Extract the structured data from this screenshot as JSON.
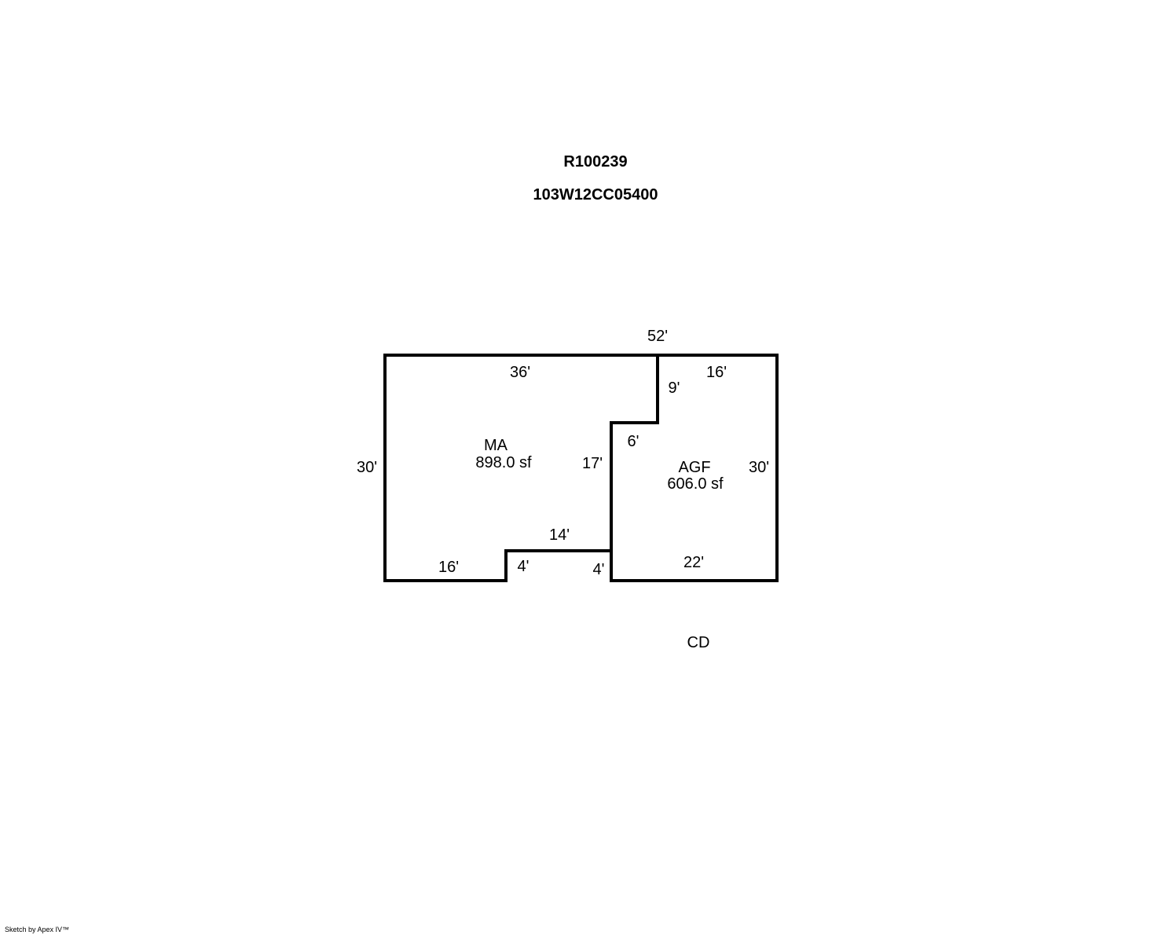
{
  "header": {
    "account_id": "R100239",
    "map_number": "103W12CC05400"
  },
  "areas": {
    "ma": {
      "code": "MA",
      "area": "898.0 sf"
    },
    "agf": {
      "code": "AGF",
      "area": "606.0 sf"
    },
    "cd": {
      "code": "CD"
    }
  },
  "dimensions": {
    "top_total": "52'",
    "ma_top": "36'",
    "agf_top": "16'",
    "notch_right": "9'",
    "notch_bottom": "6'",
    "ma_left": "30'",
    "shared_wall": "17'",
    "agf_right": "30'",
    "step_top": "14'",
    "ma_bottom": "16'",
    "step_left": "4'",
    "step_right": "4'",
    "agf_bottom": "22'"
  },
  "footer": {
    "credit": "Sketch by Apex IV™"
  },
  "colors": {
    "line": "#000000",
    "background": "#ffffff"
  }
}
